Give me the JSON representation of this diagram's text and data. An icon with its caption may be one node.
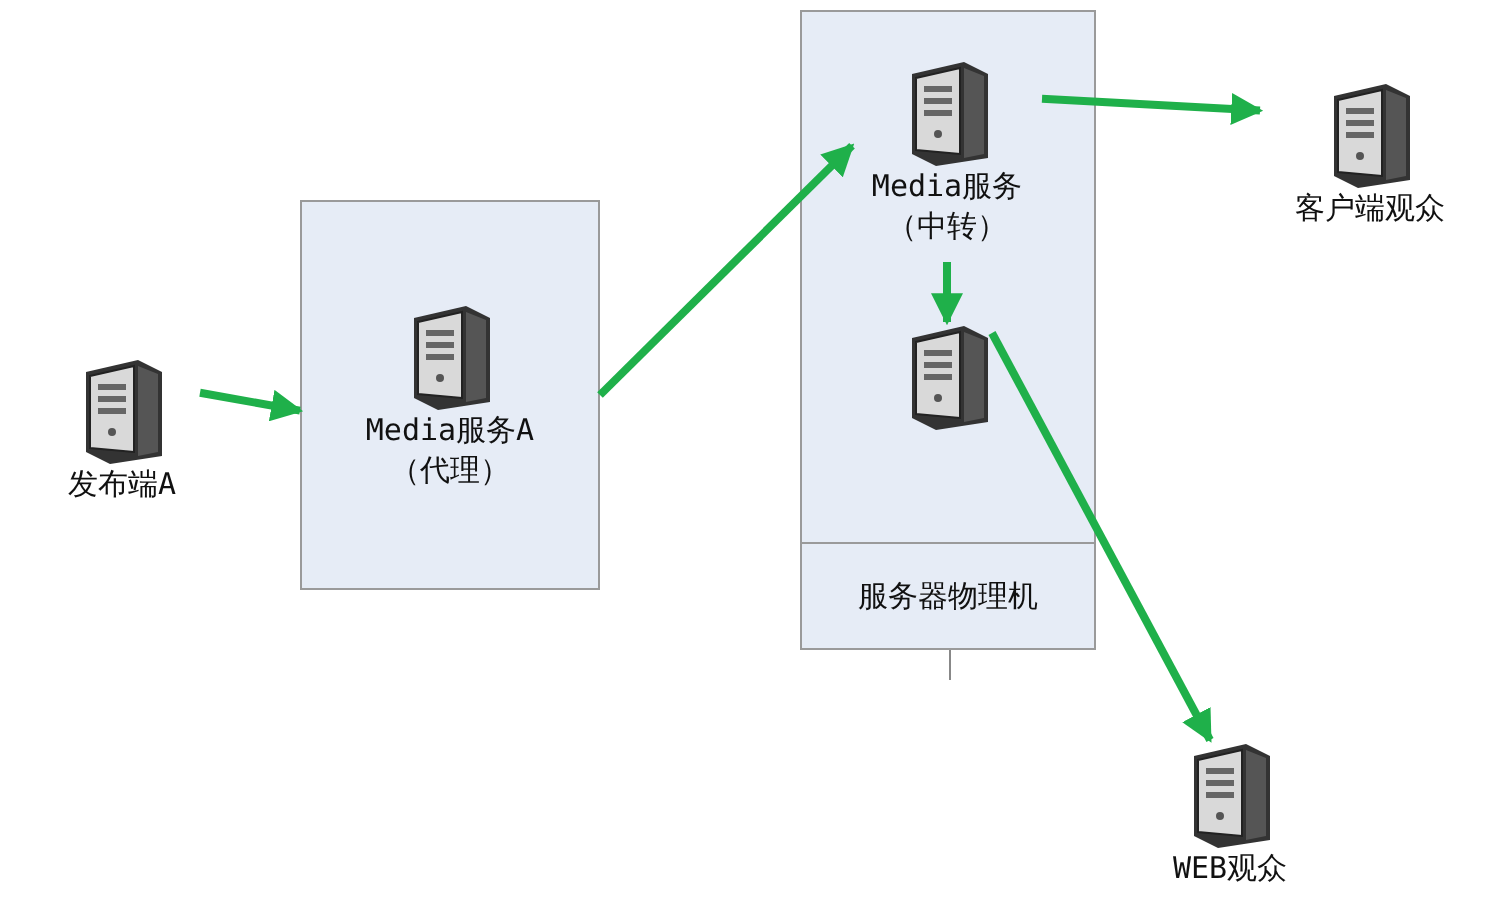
{
  "diagram": {
    "nodes": [
      {
        "text": [
          "发布端A"
        ]
      },
      {
        "text": [
          "Media服务A",
          "（代理）"
        ]
      },
      {
        "text": [
          "服务器物理机"
        ]
      },
      {
        "text": [
          "Media服务",
          "（中转）"
        ],
        "in": 2
      },
      {
        "text": [],
        "shape": "picture",
        "in": 2
      },
      {
        "text": [
          "客户端观众"
        ]
      },
      {
        "text": [
          "WEB观众"
        ]
      }
    ],
    "edges": [
      {
        "from": 0,
        "to": 1,
        "arrow": "to"
      },
      {
        "from": 1,
        "to": 3,
        "arrow": "to"
      },
      {
        "from": 3,
        "to": 5,
        "arrow": "to"
      },
      {
        "from": 3,
        "to": 4,
        "arrow": "to"
      },
      {
        "from": 4,
        "to": 6,
        "arrow": "to"
      }
    ]
  }
}
